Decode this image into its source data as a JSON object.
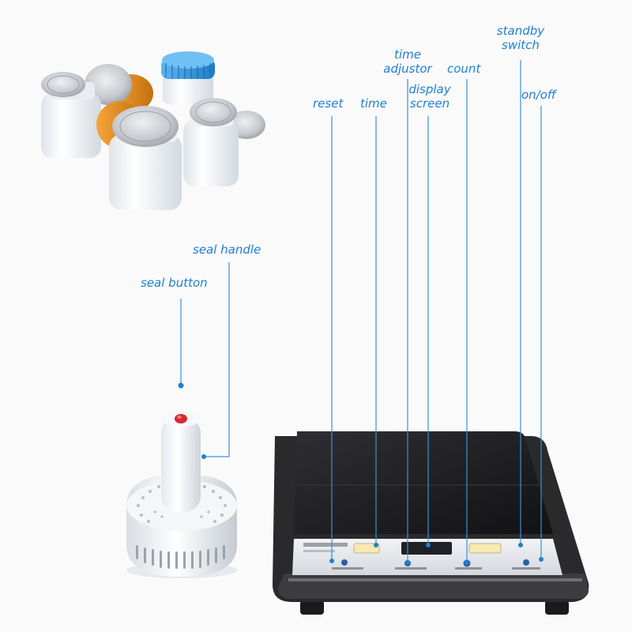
{
  "labels": {
    "reset": "reset",
    "time": "time",
    "time_adjustor": [
      "time",
      "adjustor"
    ],
    "display_screen": [
      "display",
      "screen"
    ],
    "count": "count",
    "standby_switch": [
      "standby",
      "switch"
    ],
    "on_off": "on/off",
    "seal_handle": "seal handle",
    "seal_button": "seal button"
  },
  "colors": {
    "label": "#1f7fd0",
    "leader_line": "#3a8fd8",
    "cooktop_body": "#2a2a2c",
    "cooktop_plate": "#1c1c1e",
    "control_panel": "#e9ecef",
    "handle_body": "#f3f4f6",
    "seal_button": "#d8282f",
    "bottle": "#f4f6f8",
    "foil": "#c9ccd0",
    "orange_liner": "#e08a1a",
    "blue_cap": "#3b9ae0"
  }
}
